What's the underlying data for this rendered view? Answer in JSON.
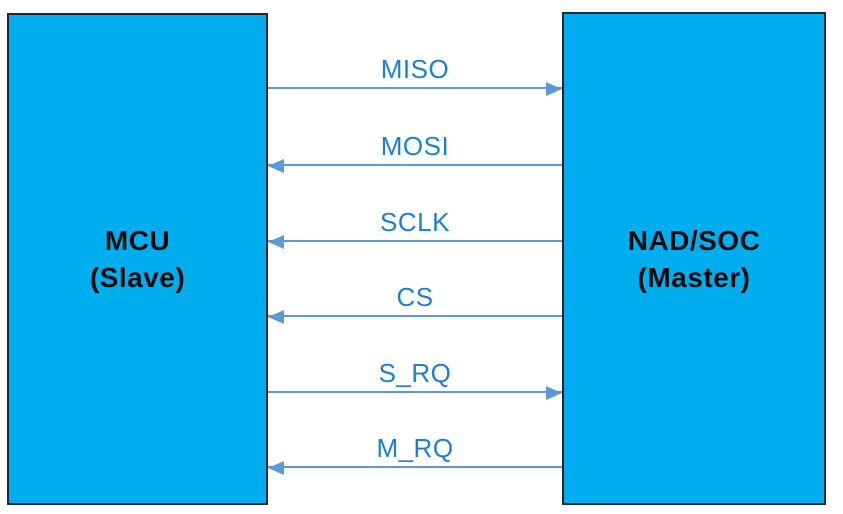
{
  "diagram": {
    "nodes": [
      {
        "id": "mcu",
        "line1": "MCU",
        "line2": "(Slave)"
      },
      {
        "id": "nad_soc",
        "line1": "NAD/SOC",
        "line2": "(Master)"
      }
    ],
    "signals": [
      {
        "label": "MISO",
        "from": "MCU (Slave)",
        "to": "NAD/SOC (Master)",
        "direction": "right"
      },
      {
        "label": "MOSI",
        "from": "NAD/SOC (Master)",
        "to": "MCU (Slave)",
        "direction": "left"
      },
      {
        "label": "SCLK",
        "from": "NAD/SOC (Master)",
        "to": "MCU (Slave)",
        "direction": "left"
      },
      {
        "label": "CS",
        "from": "NAD/SOC (Master)",
        "to": "MCU (Slave)",
        "direction": "left"
      },
      {
        "label": "S_RQ",
        "from": "MCU (Slave)",
        "to": "NAD/SOC (Master)",
        "direction": "right"
      },
      {
        "label": "M_RQ",
        "from": "NAD/SOC (Master)",
        "to": "MCU (Slave)",
        "direction": "left"
      }
    ],
    "colors": {
      "node_fill": "#00AEEF",
      "node_border": "#23272e",
      "node_text": "#0a0a0a",
      "connector_line": "#5B9BD5",
      "signal_label_text": "#1E7FD2",
      "background": "#ffffff"
    }
  }
}
